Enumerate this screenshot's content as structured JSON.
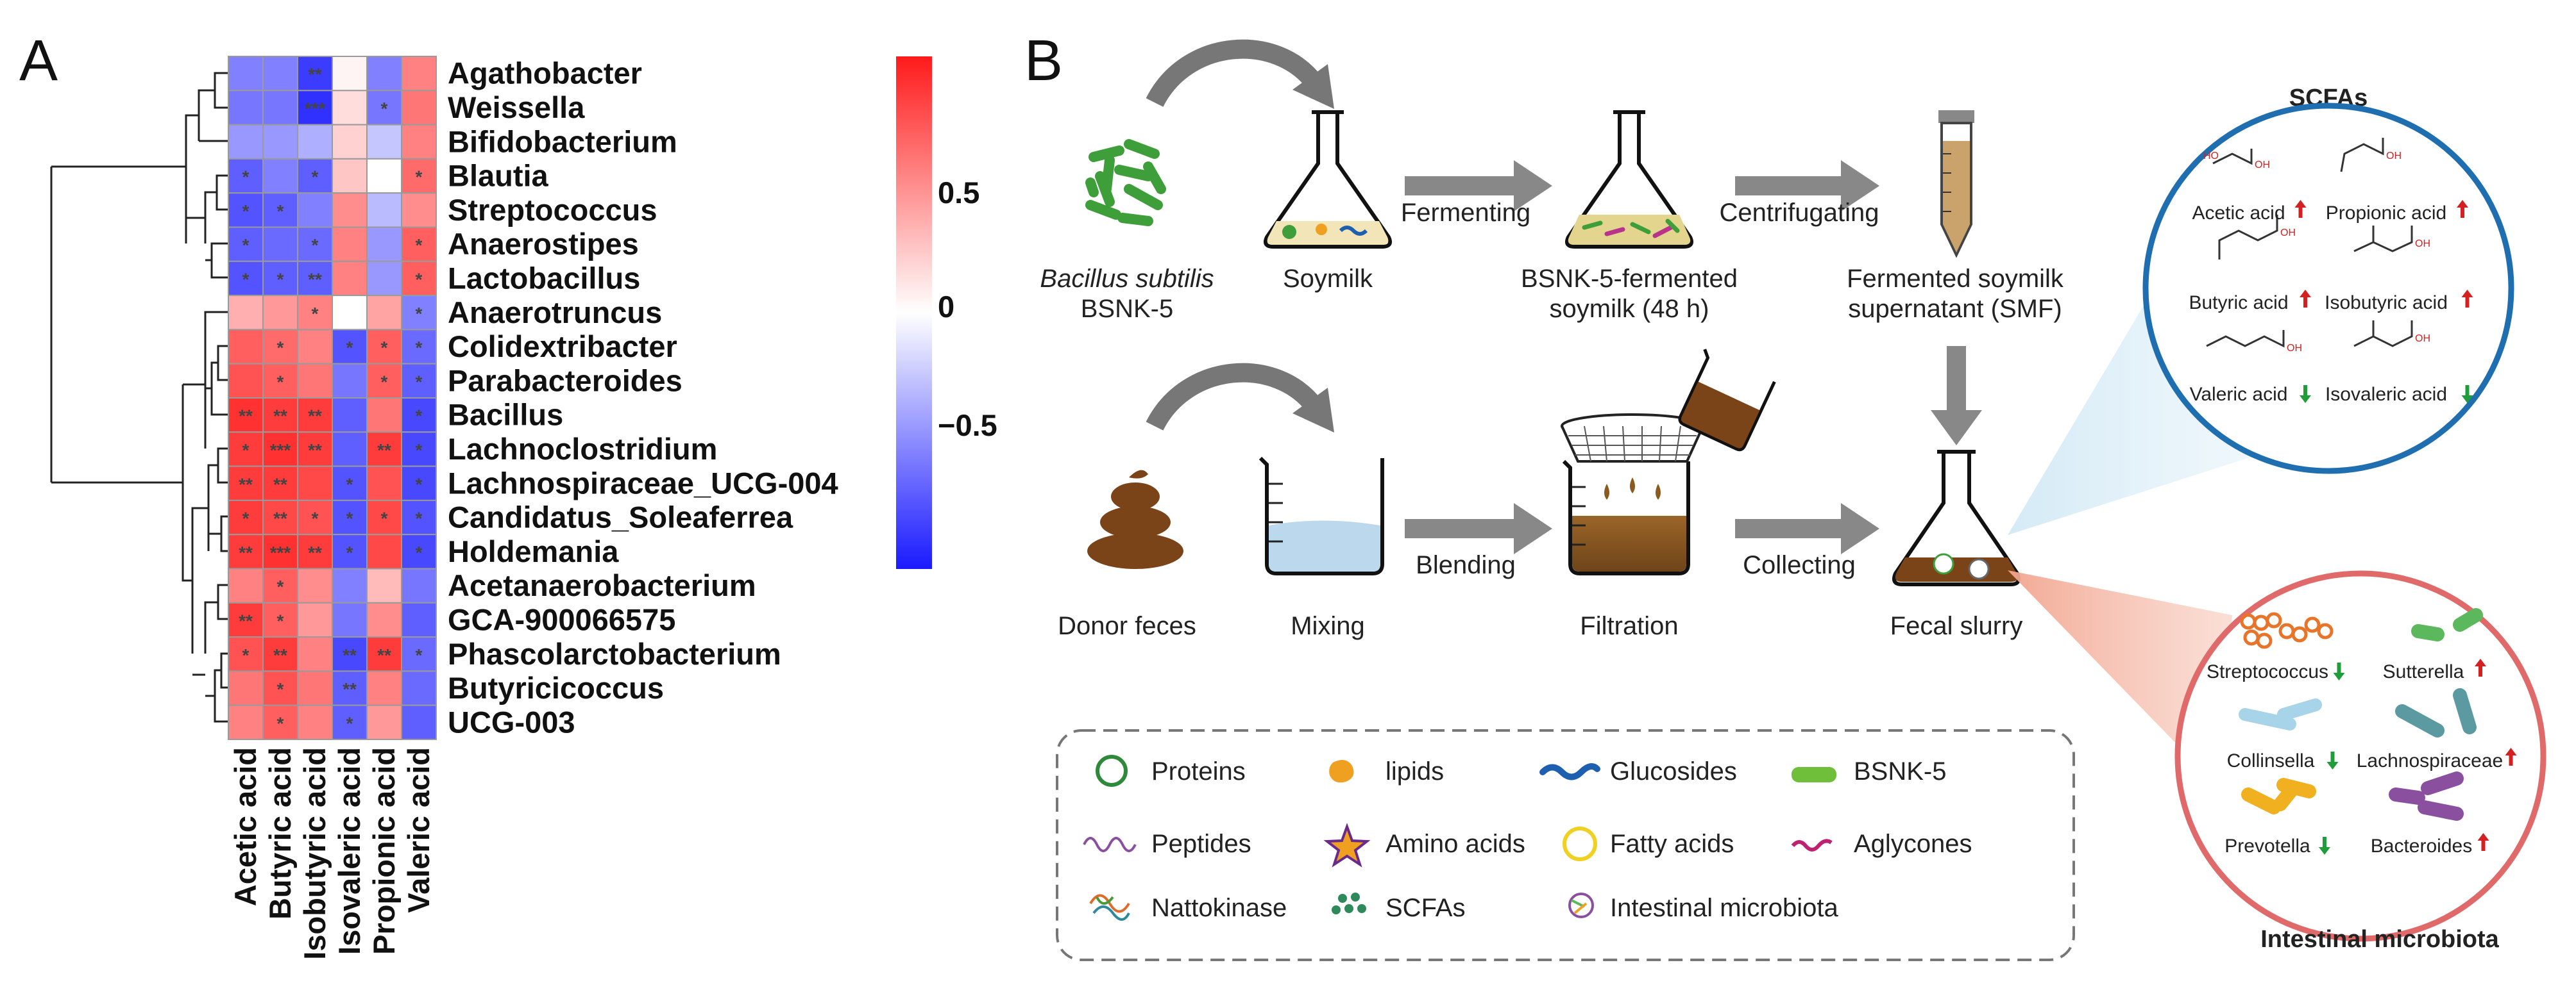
{
  "panels": {
    "a": "A",
    "b": "B"
  },
  "heatmap": {
    "rows": [
      "Agathobacter",
      "Weissella",
      "Bifidobacterium",
      "Blautia",
      "Streptococcus",
      "Anaerostipes",
      "Lactobacillus",
      "Anaerotruncus",
      "Colidextribacter",
      "Parabacteroides",
      "Bacillus",
      "Lachnoclostridium",
      "Lachnospiraceae_UCG-004",
      "Candidatus_Soleaferrea",
      "Holdemania",
      "Acetanaerobacterium",
      "GCA-900066575",
      "Phascolarctobacterium",
      "Butyricicoccus",
      "UCG-003"
    ],
    "columns": [
      "Acetic acid",
      "Butyric acid",
      "Isobutyric acid",
      "Isovaleric acid",
      "Propionic acid",
      "Valeric acid"
    ],
    "values": [
      [
        -0.55,
        -0.55,
        -0.85,
        0.05,
        -0.55,
        0.55
      ],
      [
        -0.6,
        -0.6,
        -0.9,
        0.15,
        -0.6,
        0.6
      ],
      [
        -0.45,
        -0.45,
        -0.35,
        0.2,
        -0.25,
        0.55
      ],
      [
        -0.7,
        -0.55,
        -0.7,
        0.25,
        0.0,
        0.65
      ],
      [
        -0.75,
        -0.7,
        -0.55,
        0.5,
        -0.3,
        0.5
      ],
      [
        -0.7,
        -0.65,
        -0.65,
        0.55,
        -0.45,
        0.7
      ],
      [
        -0.75,
        -0.7,
        -0.7,
        0.55,
        -0.45,
        0.7
      ],
      [
        0.35,
        0.45,
        0.55,
        0.0,
        0.4,
        -0.55
      ],
      [
        0.7,
        0.65,
        0.55,
        -0.75,
        0.7,
        -0.65
      ],
      [
        0.75,
        0.7,
        0.6,
        -0.6,
        0.7,
        -0.7
      ],
      [
        0.9,
        0.85,
        0.85,
        -0.7,
        0.6,
        -0.8
      ],
      [
        0.85,
        0.9,
        0.85,
        -0.7,
        0.85,
        -0.8
      ],
      [
        0.85,
        0.85,
        0.8,
        -0.75,
        0.75,
        -0.8
      ],
      [
        0.85,
        0.8,
        0.75,
        -0.75,
        0.8,
        -0.75
      ],
      [
        0.85,
        0.9,
        0.85,
        -0.75,
        0.8,
        -0.8
      ],
      [
        0.55,
        0.7,
        0.5,
        -0.55,
        0.3,
        -0.6
      ],
      [
        0.85,
        0.7,
        0.45,
        -0.6,
        0.5,
        -0.7
      ],
      [
        0.75,
        0.85,
        0.55,
        -0.8,
        0.85,
        -0.65
      ],
      [
        0.6,
        0.75,
        0.6,
        -0.7,
        0.55,
        -0.65
      ],
      [
        0.55,
        0.7,
        0.55,
        -0.7,
        0.45,
        -0.7
      ]
    ],
    "stars": [
      [
        "",
        "",
        "**",
        "",
        "",
        ""
      ],
      [
        "",
        "",
        "***",
        "",
        "*",
        ""
      ],
      [
        "",
        "",
        "",
        "",
        "",
        ""
      ],
      [
        "*",
        "",
        "*",
        "",
        "",
        "*"
      ],
      [
        "*",
        "*",
        "",
        "",
        "",
        ""
      ],
      [
        "*",
        "",
        "*",
        "",
        "",
        "*"
      ],
      [
        "*",
        "*",
        "**",
        "",
        "",
        "*"
      ],
      [
        "",
        "",
        "*",
        "",
        "",
        "*"
      ],
      [
        "",
        "*",
        "",
        "*",
        "*",
        "*"
      ],
      [
        "",
        "*",
        "",
        "",
        "*",
        "*"
      ],
      [
        "**",
        "**",
        "**",
        "",
        "",
        "*"
      ],
      [
        "*",
        "***",
        "**",
        "",
        "**",
        "*"
      ],
      [
        "**",
        "**",
        "",
        "*",
        "",
        "*"
      ],
      [
        "*",
        "**",
        "*",
        "*",
        "*",
        "*"
      ],
      [
        "**",
        "***",
        "**",
        "*",
        "",
        "*"
      ],
      [
        "",
        "*",
        "",
        "",
        "",
        ""
      ],
      [
        "**",
        "*",
        "",
        "",
        "",
        ""
      ],
      [
        "*",
        "**",
        "",
        "**",
        "**",
        "*"
      ],
      [
        "",
        "*",
        "",
        "**",
        "",
        ""
      ],
      [
        "",
        "*",
        "",
        "*",
        "",
        ""
      ]
    ],
    "legend_ticks": [
      "0.5",
      "0",
      "−0.5"
    ],
    "colors": {
      "low": "#1a1aff",
      "mid": "#ffffff",
      "high": "#ff1a1a"
    }
  },
  "flow": {
    "organism_italic": "Bacillus subtilis",
    "organism_strain": "BSNK-5",
    "soymilk": "Soymilk",
    "fermenting": "Fermenting",
    "fermented_l1": "BSNK-5-fermented",
    "fermented_l2": "soymilk (48 h)",
    "centrifugating": "Centrifugating",
    "supernatant_l1": "Fermented soymilk",
    "supernatant_l2": "supernatant (SMF)",
    "donor": "Donor feces",
    "mixing": "Mixing",
    "blending": "Blending",
    "filtration": "Filtration",
    "collecting": "Collecting",
    "slurry": "Fecal slurry"
  },
  "scfa": {
    "title": "SCFAs",
    "items": [
      {
        "name": "Acetic acid",
        "trend": "up"
      },
      {
        "name": "Propionic acid",
        "trend": "up"
      },
      {
        "name": "Butyric acid",
        "trend": "up"
      },
      {
        "name": "Isobutyric acid",
        "trend": "up"
      },
      {
        "name": "Valeric acid",
        "trend": "down"
      },
      {
        "name": "Isovaleric acid",
        "trend": "down"
      }
    ],
    "border_color": "#1f6fb0"
  },
  "microbiota": {
    "title": "Intestinal microbiota",
    "items": [
      {
        "name": "Streptococcus",
        "trend": "down"
      },
      {
        "name": "Sutterella",
        "trend": "up"
      },
      {
        "name": "Collinsella",
        "trend": "down"
      },
      {
        "name": "Lachnospiraceae",
        "trend": "up"
      },
      {
        "name": "Prevotella",
        "trend": "down"
      },
      {
        "name": "Bacteroides",
        "trend": "up"
      }
    ],
    "border_color": "#e06a6a"
  },
  "legend": [
    {
      "label": "Proteins",
      "icon": "protein-icon"
    },
    {
      "label": "lipids",
      "icon": "lipid-icon"
    },
    {
      "label": "Glucosides",
      "icon": "glucoside-icon"
    },
    {
      "label": "BSNK-5",
      "icon": "bacterium-icon"
    },
    {
      "label": "Peptides",
      "icon": "peptide-icon"
    },
    {
      "label": "Amino acids",
      "icon": "amino-acid-icon"
    },
    {
      "label": "Fatty acids",
      "icon": "fatty-acid-icon"
    },
    {
      "label": "Aglycones",
      "icon": "aglycone-icon"
    },
    {
      "label": "Nattokinase",
      "icon": "nattokinase-icon"
    },
    {
      "label": "SCFAs",
      "icon": "scfa-dots-icon"
    },
    {
      "label": "Intestinal microbiota",
      "icon": "microbiota-icon"
    }
  ]
}
